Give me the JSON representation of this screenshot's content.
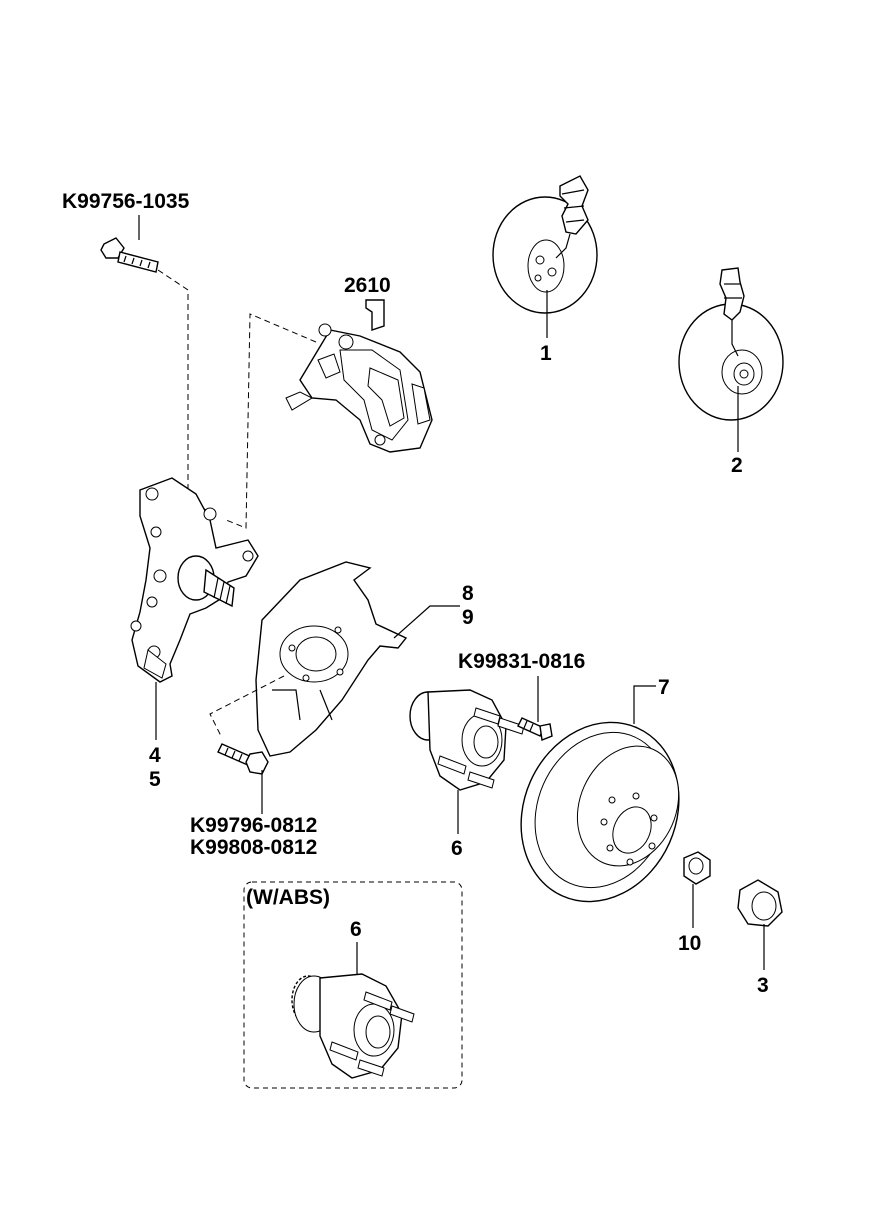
{
  "labels": {
    "bolt_top": "K99756-1035",
    "caliper": "2610",
    "sensor_1": "1",
    "sensor_2": "2",
    "knuckle_a": "4",
    "knuckle_b": "5",
    "shield_a": "8",
    "shield_b": "9",
    "stud_bolt": "K99831-0816",
    "disc": "7",
    "bolt_lower_a": "K99796-0812",
    "bolt_lower_b": "K99808-0812",
    "hub": "6",
    "nut_small": "10",
    "nut_large": "3",
    "abs_box_title": "(W/ABS)",
    "hub_abs": "6"
  }
}
